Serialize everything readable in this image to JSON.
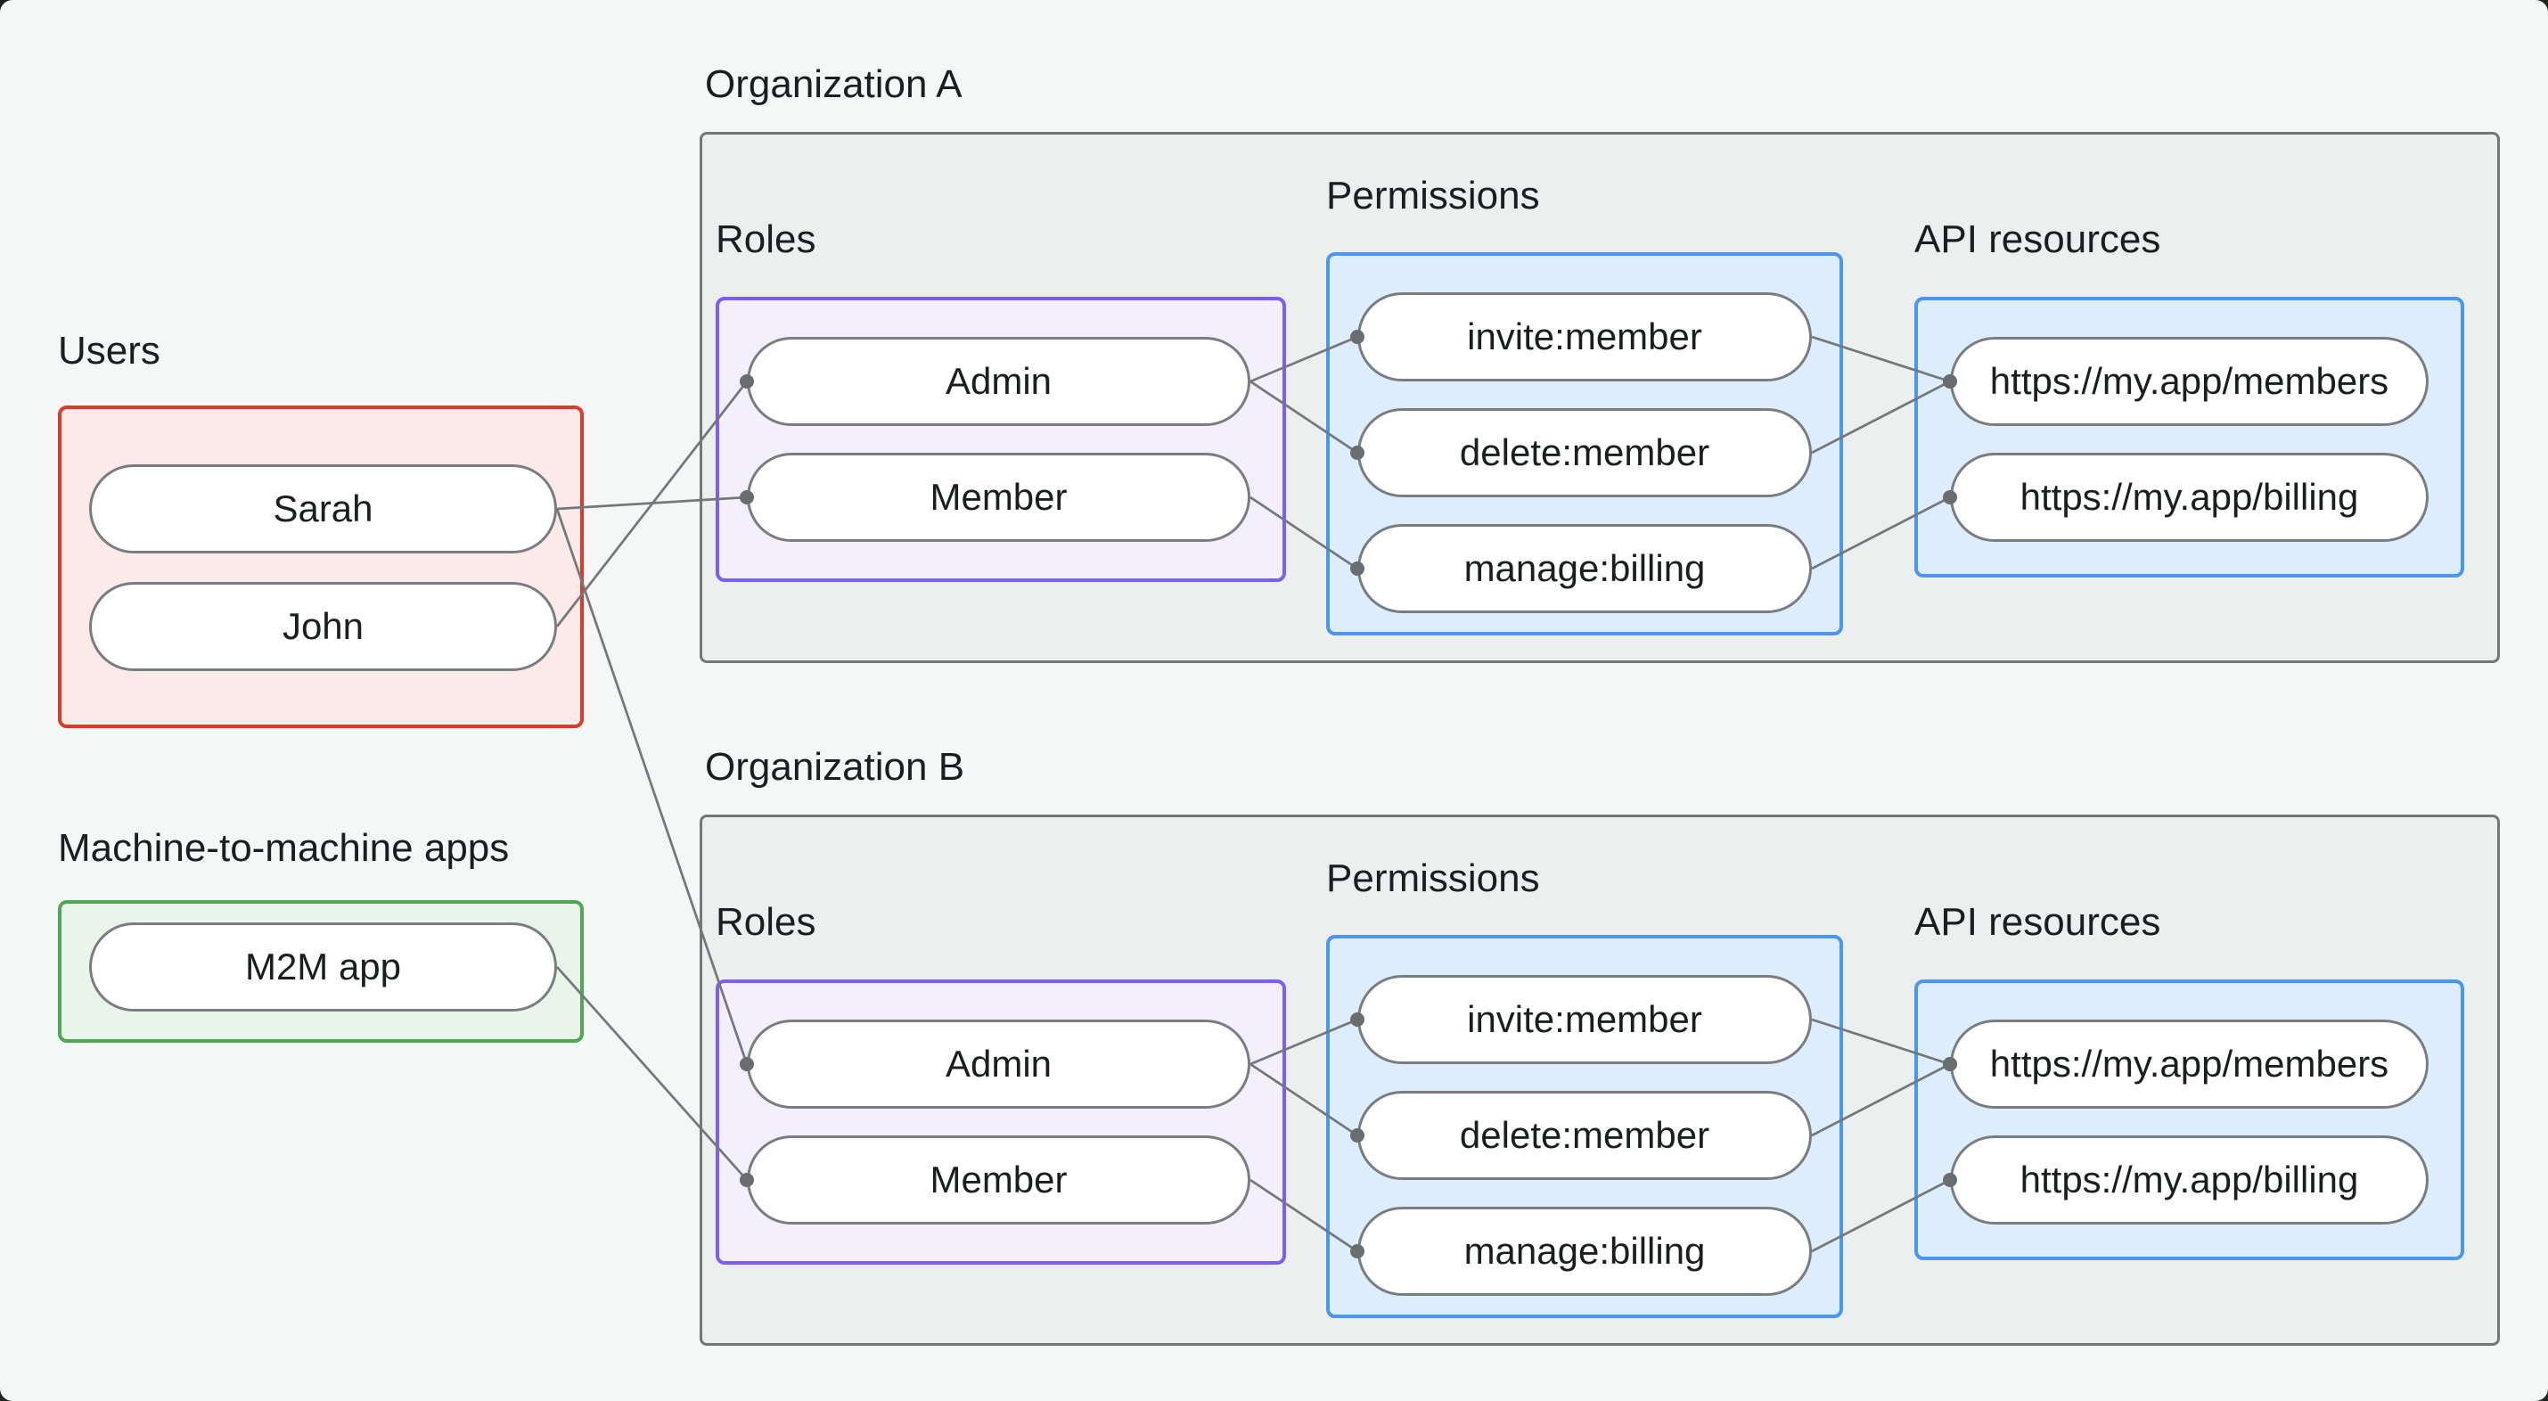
{
  "colors": {
    "page_bg": "#F5F7F6",
    "org_fill": "#EDEEEE",
    "org_border": "#73777A",
    "users_fill": "#FBEAE7",
    "users_border": "#DF392C",
    "m2m_fill": "#E9F5EA",
    "m2m_border": "#4FA754",
    "roles_fill": "#F3EFFD",
    "roles_border": "#7B5DF9",
    "blue_fill": "#DEEDFC",
    "blue_border": "#4A97F3",
    "pill_border": "#797D80",
    "line": "#74787B",
    "dot": "#696D70",
    "text": "#1B1D1F"
  },
  "users_group": {
    "label": "Users",
    "items": [
      "Sarah",
      "John"
    ]
  },
  "m2m_group": {
    "label": "Machine-to-machine apps",
    "items": [
      "M2M app"
    ]
  },
  "organizations": [
    {
      "label": "Organization A",
      "roles_label": "Roles",
      "permissions_label": "Permissions",
      "api_label": "API resources",
      "roles": [
        "Admin",
        "Member"
      ],
      "permissions": [
        "invite:member",
        "delete:member",
        "manage:billing"
      ],
      "api_resources": [
        "https://my.app/members",
        "https://my.app/billing"
      ]
    },
    {
      "label": "Organization B",
      "roles_label": "Roles",
      "permissions_label": "Permissions",
      "api_label": "API resources",
      "roles": [
        "Admin",
        "Member"
      ],
      "permissions": [
        "invite:member",
        "delete:member",
        "manage:billing"
      ],
      "api_resources": [
        "https://my.app/members",
        "https://my.app/billing"
      ]
    }
  ],
  "connections": [
    {
      "from": "users.0",
      "to": "org0.roles.1"
    },
    {
      "from": "users.1",
      "to": "org0.roles.0"
    },
    {
      "from": "users.0",
      "to": "org1.roles.0"
    },
    {
      "from": "m2m.0",
      "to": "org1.roles.1"
    },
    {
      "from": "org0.roles.0",
      "to": "org0.permissions.0"
    },
    {
      "from": "org0.roles.0",
      "to": "org0.permissions.1"
    },
    {
      "from": "org0.roles.1",
      "to": "org0.permissions.2"
    },
    {
      "from": "org0.permissions.0",
      "to": "org0.api.0"
    },
    {
      "from": "org0.permissions.1",
      "to": "org0.api.0"
    },
    {
      "from": "org0.permissions.2",
      "to": "org0.api.1"
    },
    {
      "from": "org1.roles.0",
      "to": "org1.permissions.0"
    },
    {
      "from": "org1.roles.0",
      "to": "org1.permissions.1"
    },
    {
      "from": "org1.roles.1",
      "to": "org1.permissions.2"
    },
    {
      "from": "org1.permissions.0",
      "to": "org1.api.0"
    },
    {
      "from": "org1.permissions.1",
      "to": "org1.api.0"
    },
    {
      "from": "org1.permissions.2",
      "to": "org1.api.1"
    }
  ]
}
